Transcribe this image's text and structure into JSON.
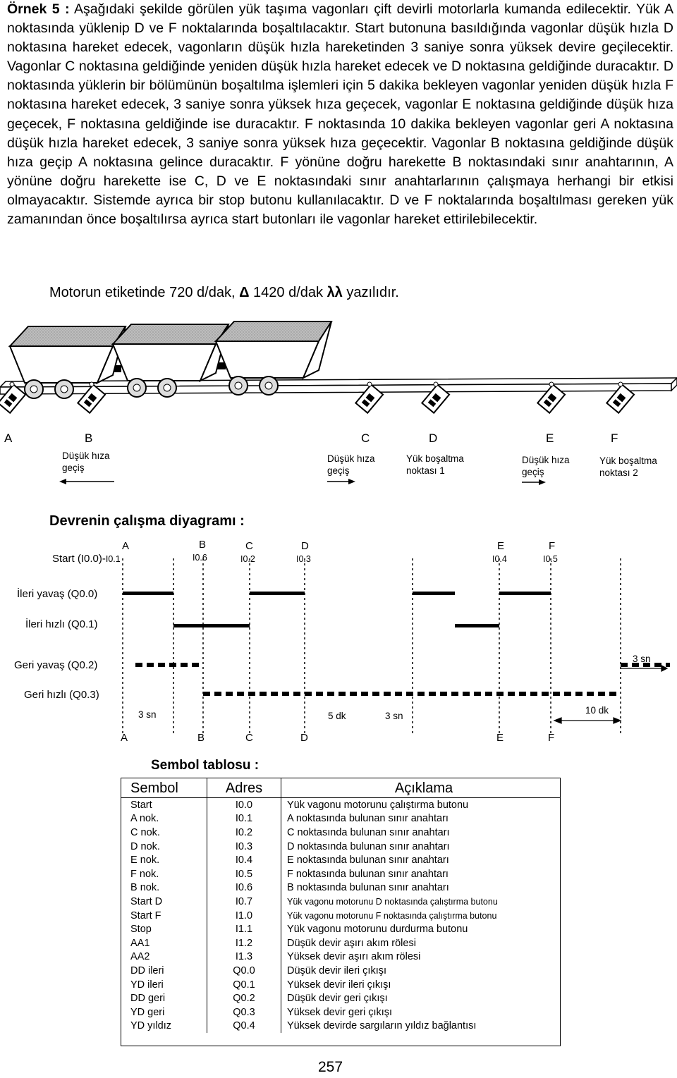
{
  "problem": {
    "title": "Örnek 5 :",
    "p1": "Aşağıdaki şekilde görülen yük taşıma vagonları çift devirli motorlarla kumanda edilecektir. Yük A noktasında yüklenip D ve F noktalarında boşaltılacaktır. Start butonuna basıldığında vagonlar düşük hızla D noktasına hareket edecek, vagonların düşük hızla hareketinden 3 saniye sonra yüksek devire geçilecektir. Vagonlar C noktasına geldiğinde yeniden düşük hızla hareket edecek ve D noktasına geldiğinde duracaktır. D noktasında yüklerin bir bölümünün boşaltılma işlemleri için 5 dakika bekleyen vagonlar yeniden düşük hızla F noktasına hareket edecek, 3 saniye sonra yüksek hıza geçecek, vagonlar E noktasına geldiğinde düşük hıza geçecek, F noktasına geldiğinde ise duracaktır. F noktasında 10 dakika bekleyen vagonlar geri A noktasına düşük hızla hareket edecek, 3 saniye sonra yüksek hıza geçecektir. Vagonlar B noktasına geldiğinde düşük hıza geçip A noktasına gelince duracaktır. F yönüne doğru harekette B noktasındaki sınır anahtarının, A yönüne doğru harekette ise C, D ve E noktasındaki sınır anahtarlarının çalışmaya herhangi bir etkisi olmayacaktır. Sistemde ayrıca bir stop butonu kullanılacaktır. D ve F noktalarında boşaltılması gereken yük zamanından önce boşaltılırsa ayrıca start butonları ile vagonlar hareket ettirilebilecektir.",
    "motor_note_a": "Motorun etiketinde 720 d/dak,",
    "delta": "Δ",
    "motor_note_b": "1420 d/dak",
    "lambda": "λλ",
    "motor_note_c": "yazılıdır."
  },
  "track": {
    "points": [
      "A",
      "B",
      "C",
      "D",
      "E",
      "F"
    ],
    "notes": {
      "b_note1": "Düşük hıza",
      "b_note2": "geçiş",
      "c_note1": "Düşük hıza",
      "c_note2": "geçiş",
      "d_note1": "Yük boşaltma",
      "d_note2": "noktası 1",
      "e_note1": "Düşük hıza",
      "e_note2": "geçiş",
      "f_note1": "Yük boşaltma",
      "f_note2": "noktası 2"
    }
  },
  "diagram": {
    "title": "Devrenin çalışma diyagramı :",
    "start_label": "Start (I0.0)-",
    "top_points": [
      {
        "name": "A",
        "addr": "I0.1"
      },
      {
        "name": "B",
        "addr": "I0.6"
      },
      {
        "name": "C",
        "addr": "I0.2"
      },
      {
        "name": "D",
        "addr": "I0.3"
      },
      {
        "name": "E",
        "addr": "I0.4"
      },
      {
        "name": "F",
        "addr": "I0.5"
      }
    ],
    "rows": [
      "İleri yavaş (Q0.0)",
      "İleri hızlı (Q0.1)",
      "Geri yavaş (Q0.2)",
      "Geri hızlı (Q0.3)"
    ],
    "times": {
      "t1": "3 sn",
      "t2": "5 dk",
      "t3": "3 sn",
      "t4": "3 sn",
      "t5": "10 dk"
    },
    "bottom_points": [
      "A",
      "B",
      "C",
      "D",
      "E",
      "F"
    ]
  },
  "symbols": {
    "title": "Sembol tablosu :",
    "headers": [
      "Sembol",
      "Adres",
      "Açıklama"
    ],
    "rows": [
      [
        "Start",
        "I0.0",
        "Yük vagonu motorunu çalıştırma  butonu"
      ],
      [
        "A nok.",
        "I0.1",
        "A noktasında bulunan sınır anahtarı"
      ],
      [
        "C nok.",
        "I0.2",
        "C noktasında bulunan sınır anahtarı"
      ],
      [
        "D nok.",
        "I0.3",
        "D noktasında bulunan sınır anahtarı"
      ],
      [
        "E nok.",
        "I0.4",
        "E noktasında bulunan sınır anahtarı"
      ],
      [
        "F nok.",
        "I0.5",
        "F noktasında bulunan sınır anahtarı"
      ],
      [
        "B nok.",
        "I0.6",
        "B noktasında bulunan sınır anahtarı"
      ],
      [
        "Start  D",
        "I0.7",
        "Yük vagonu motorunu D noktasında çalıştırma  butonu"
      ],
      [
        "Start  F",
        "I1.0",
        "Yük vagonu motorunu F noktasında çalıştırma  butonu"
      ],
      [
        "Stop",
        "I1.1",
        "Yük vagonu motorunu  durdurma  butonu"
      ],
      [
        "AA1",
        "I1.2",
        "Düşük devir aşırı akım rölesi"
      ],
      [
        "AA2",
        "I1.3",
        "Yüksek devir aşırı akım rölesi"
      ],
      [
        "DD ileri",
        "Q0.0",
        "Düşük devir ileri çıkışı"
      ],
      [
        "YD ileri",
        "Q0.1",
        "Yüksek devir ileri çıkışı"
      ],
      [
        "DD geri",
        "Q0.2",
        "Düşük devir geri çıkışı"
      ],
      [
        "YD geri",
        "Q0.3",
        "Yüksek devir geri çıkışı"
      ],
      [
        "YD yıldız",
        "Q0.4",
        "Yüksek devirde sargıların yıldız  bağlantısı"
      ]
    ]
  },
  "page_number": "257"
}
